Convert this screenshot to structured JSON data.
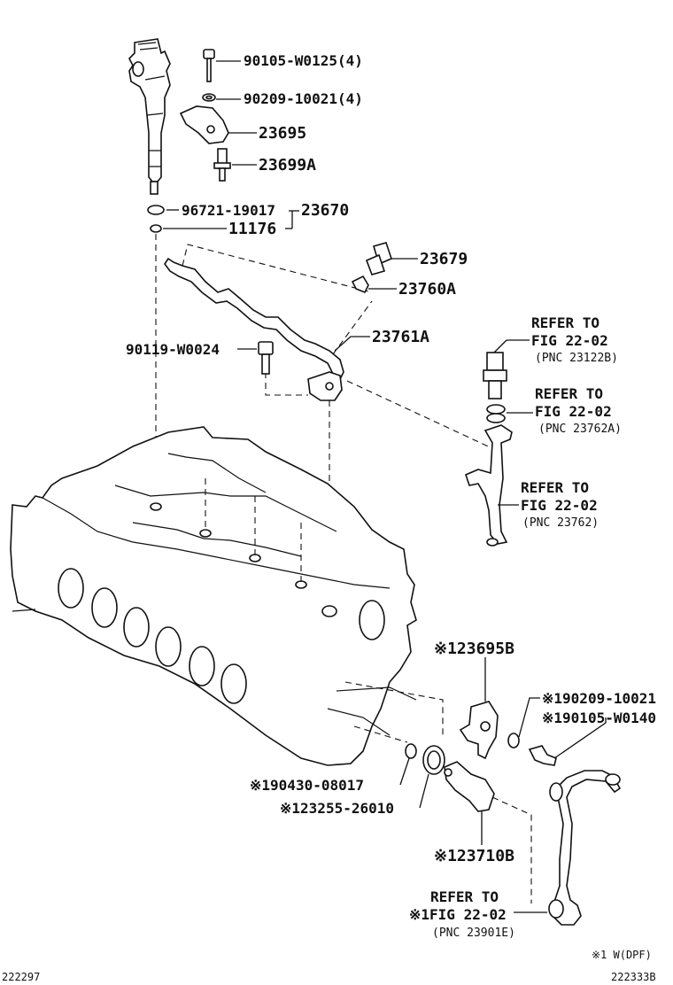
{
  "parts": {
    "p90105_w0125": "90105-W0125(4)",
    "p90209_10021_4": "90209-10021(4)",
    "p23695": "23695",
    "p23699a": "23699A",
    "p96721_19017": "96721-19017",
    "p23670": "23670",
    "p11176": "11176",
    "p23679": "23679",
    "p23760a": "23760A",
    "p23761a": "23761A",
    "p90119_w0024": "90119-W0024",
    "p23695b": "※123695B",
    "p90209_10021": "※190209-10021",
    "p90105_w0140": "※190105-W0140",
    "p90430_08017": "※190430-08017",
    "p23255_26010": "※123255-26010",
    "p23710b": "※123710B"
  },
  "refs": {
    "r1_title": "REFER TO",
    "r1_fig": "FIG 22-02",
    "r1_pnc": "(PNC 23122B)",
    "r2_title": "REFER TO",
    "r2_fig": "FIG 22-02",
    "r2_pnc": "(PNC 23762A)",
    "r3_title": "REFER TO",
    "r3_fig": "FIG 22-02",
    "r3_pnc": "(PNC 23762)",
    "r4_title": "REFER TO",
    "r4_fig": "※1FIG 22-02",
    "r4_pnc": "(PNC 23901E)"
  },
  "footer": {
    "note": "※1 W(DPF)",
    "left_id": "222297",
    "right_id": "222333B"
  }
}
